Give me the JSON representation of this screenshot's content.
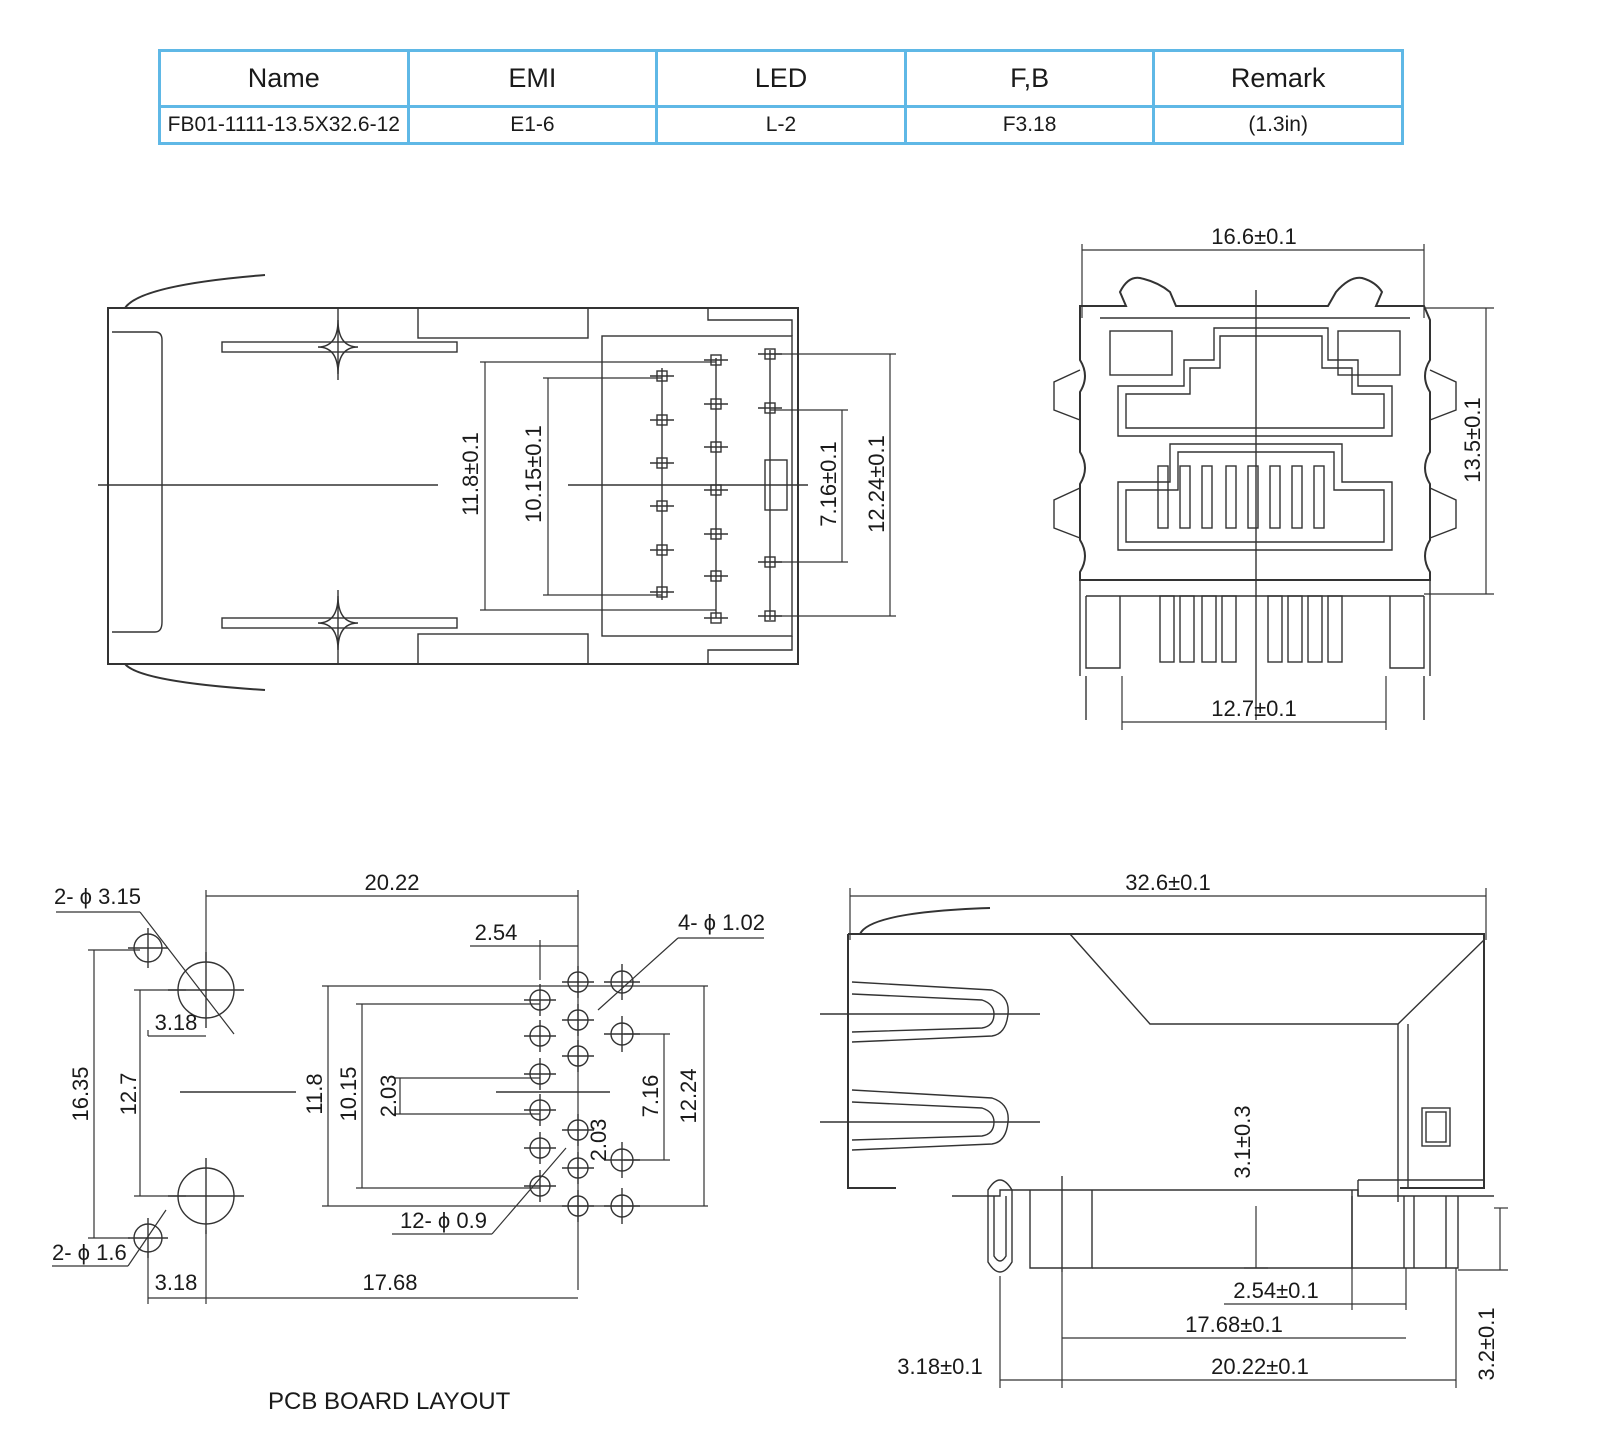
{
  "table": {
    "headers": [
      "Name",
      "EMI",
      "LED",
      "F,B",
      "Remark"
    ],
    "row": [
      "FB01-1111-13.5X32.6-12",
      "E1-6",
      "L-2",
      "F3.18",
      "(1.3in)"
    ]
  },
  "top_view": {
    "dims": [
      "11.8±0.1",
      "10.15±0.1",
      "7.16±0.1",
      "12.24±0.1"
    ]
  },
  "front_view": {
    "dims": [
      "16.6±0.1",
      "13.5±0.1",
      "12.7±0.1"
    ]
  },
  "pcb_layout": {
    "caption": "PCB BOARD LAYOUT",
    "labels": {
      "mount_holes": "2- ϕ 3.15",
      "led_holes": "4- ϕ 1.02",
      "signal_holes": "12- ϕ 0.9",
      "shield_holes": "2- ϕ 1.6"
    },
    "dims": [
      "20.22",
      "2.54",
      "3.18",
      "16.35",
      "12.7",
      "11.8",
      "10.15",
      "2.03",
      "7.16",
      "12.24",
      "2.03",
      "3.18",
      "17.68"
    ]
  },
  "side_view": {
    "dims": [
      "32.6±0.1",
      "3.1±0.3",
      "2.54±0.1",
      "17.68±0.1",
      "3.18±0.1",
      "20.22±0.1",
      "3.2±0.1"
    ]
  }
}
